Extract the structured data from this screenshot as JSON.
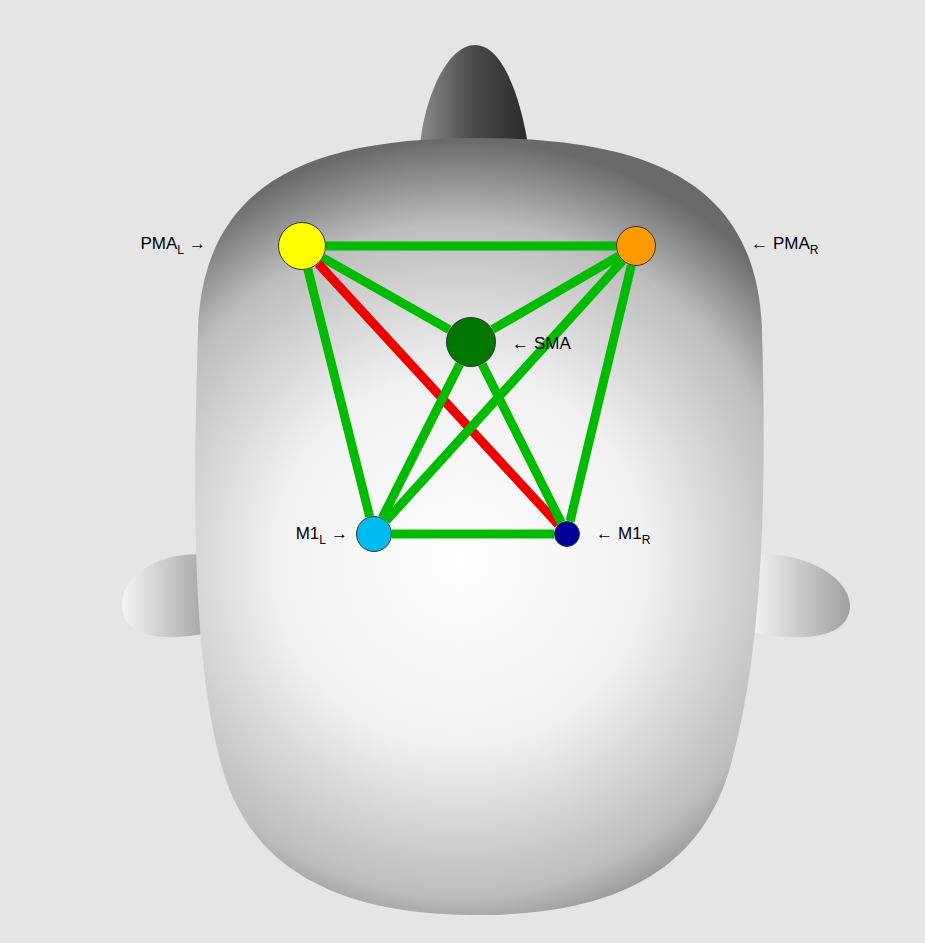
{
  "diagram": {
    "nodes": [
      {
        "text": [
          "PMA",
          "L",
          "→"
        ]
      },
      {
        "text": [
          "←",
          "PMA",
          "R"
        ]
      },
      {
        "text": [
          "←",
          "SMA"
        ]
      },
      {
        "text": [
          "M1",
          "L",
          "→"
        ]
      },
      {
        "text": [
          "←",
          "M1",
          "R"
        ]
      }
    ],
    "edges": [
      {
        "from": 0,
        "to": 1,
        "arrow": "none"
      },
      {
        "from": 0,
        "to": 2,
        "arrow": "none"
      },
      {
        "from": 0,
        "to": 3,
        "arrow": "none"
      },
      {
        "from": 0,
        "to": 4,
        "arrow": "none"
      },
      {
        "from": 1,
        "to": 2,
        "arrow": "none"
      },
      {
        "from": 1,
        "to": 3,
        "arrow": "none"
      },
      {
        "from": 1,
        "to": 4,
        "arrow": "none"
      },
      {
        "from": 2,
        "to": 3,
        "arrow": "none"
      },
      {
        "from": 2,
        "to": 4,
        "arrow": "none"
      },
      {
        "from": 3,
        "to": 4,
        "arrow": "none"
      }
    ]
  }
}
